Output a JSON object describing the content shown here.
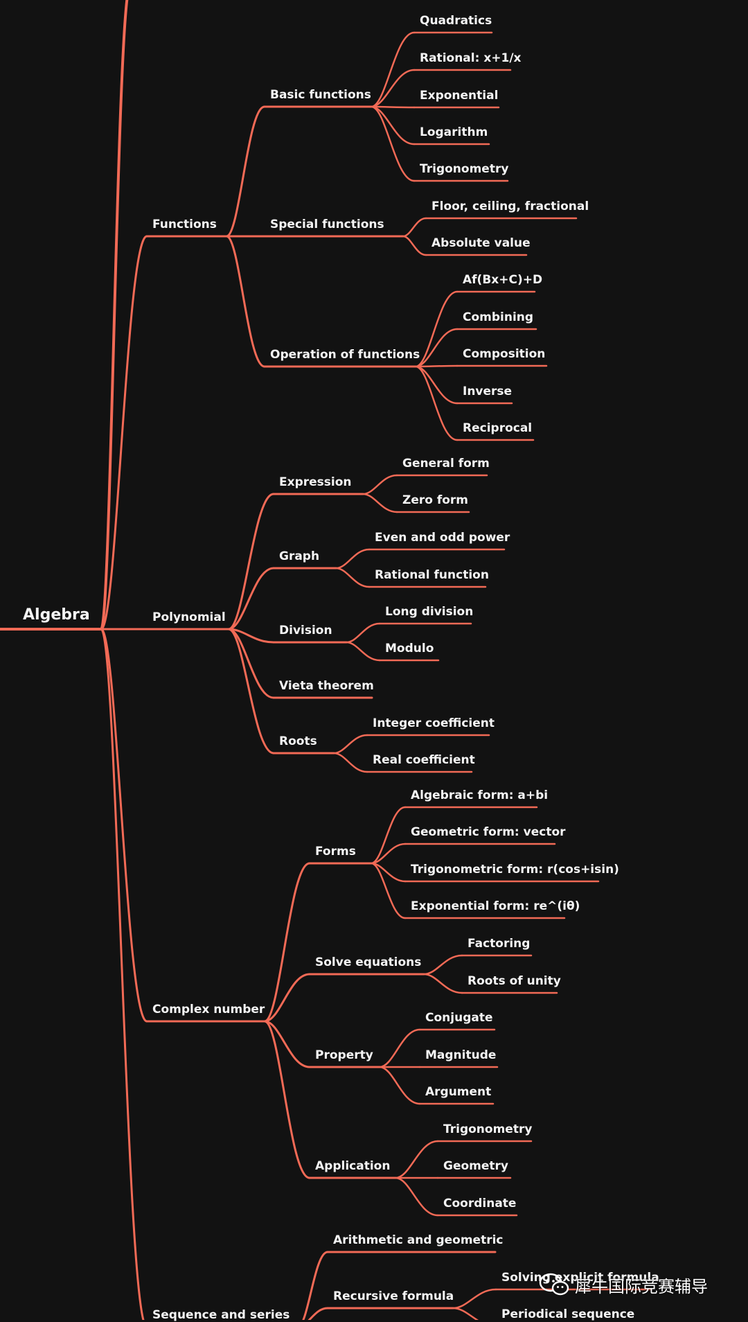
{
  "colors": {
    "background": "#121212",
    "branch": "#f26a56",
    "text": "#f5f5f5"
  },
  "watermark": {
    "text": "犀牛国际竞赛辅导",
    "icon": "wechat-logo-icon"
  },
  "tree": {
    "label": "Algebra",
    "children": [
      {
        "label": "Functions",
        "children": [
          {
            "label": "Basic functions",
            "children": [
              {
                "label": "Quadratics"
              },
              {
                "label": "Rational: x+1/x"
              },
              {
                "label": "Exponential"
              },
              {
                "label": "Logarithm"
              },
              {
                "label": "Trigonometry"
              }
            ]
          },
          {
            "label": "Special functions",
            "children": [
              {
                "label": "Floor, ceiling, fractional"
              },
              {
                "label": "Absolute value"
              }
            ]
          },
          {
            "label": "Operation of functions",
            "children": [
              {
                "label": "Af(Bx+C)+D"
              },
              {
                "label": "Combining"
              },
              {
                "label": "Composition"
              },
              {
                "label": "Inverse"
              },
              {
                "label": "Reciprocal"
              }
            ]
          }
        ]
      },
      {
        "label": "Polynomial",
        "children": [
          {
            "label": "Expression",
            "children": [
              {
                "label": "General form"
              },
              {
                "label": "Zero form"
              }
            ]
          },
          {
            "label": "Graph",
            "children": [
              {
                "label": "Even and odd power"
              },
              {
                "label": "Rational function"
              }
            ]
          },
          {
            "label": "Division",
            "children": [
              {
                "label": "Long division"
              },
              {
                "label": "Modulo"
              }
            ]
          },
          {
            "label": "Vieta theorem"
          },
          {
            "label": "Roots",
            "children": [
              {
                "label": "Integer coefficient"
              },
              {
                "label": "Real coefficient"
              }
            ]
          }
        ]
      },
      {
        "label": "Complex number",
        "children": [
          {
            "label": "Forms",
            "children": [
              {
                "label": "Algebraic form: a+bi"
              },
              {
                "label": "Geometric form: vector"
              },
              {
                "label": "Trigonometric form: r(cos+isin)"
              },
              {
                "label": "Exponential form: re^(iθ)"
              }
            ]
          },
          {
            "label": "Solve equations",
            "children": [
              {
                "label": "Factoring"
              },
              {
                "label": "Roots of unity"
              }
            ]
          },
          {
            "label": "Property",
            "children": [
              {
                "label": "Conjugate"
              },
              {
                "label": "Magnitude"
              },
              {
                "label": "Argument"
              }
            ]
          },
          {
            "label": "Application",
            "children": [
              {
                "label": "Trigonometry"
              },
              {
                "label": "Geometry"
              },
              {
                "label": "Coordinate"
              }
            ]
          }
        ]
      },
      {
        "label": "Sequence and series",
        "children": [
          {
            "label": "Arithmetic and geometric"
          },
          {
            "label": "Recursive formula",
            "children": [
              {
                "label": "Solving explicit formula"
              },
              {
                "label": "Periodical sequence"
              }
            ]
          }
        ]
      }
    ]
  }
}
